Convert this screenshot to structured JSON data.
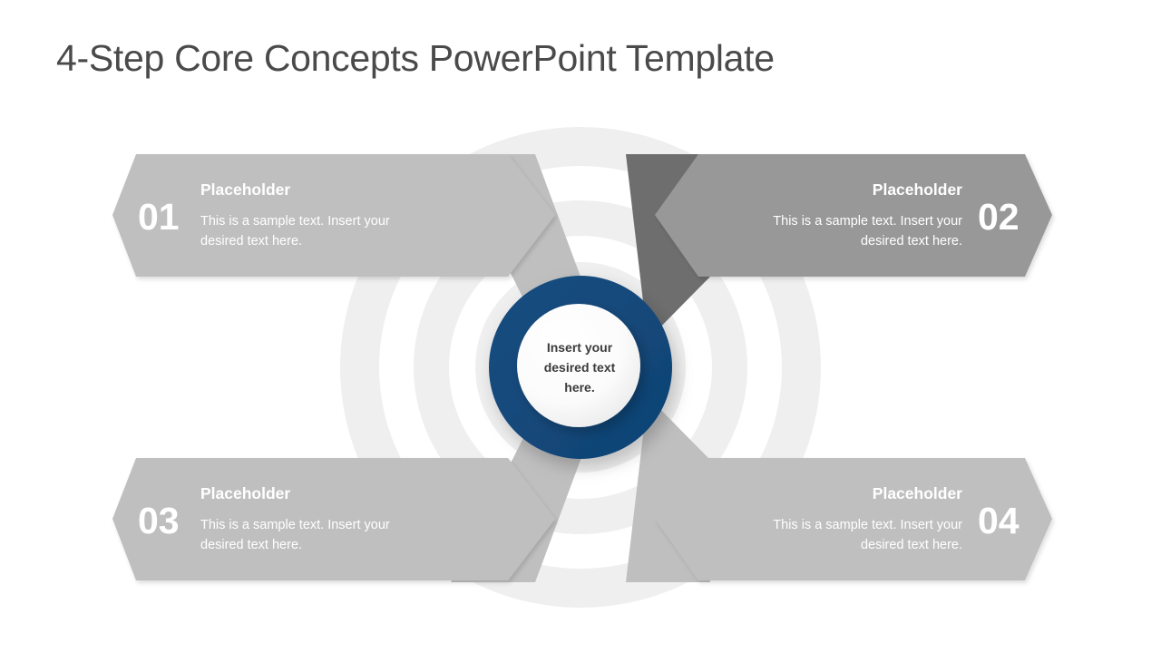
{
  "slide": {
    "title": "4-Step Core Concepts PowerPoint Template",
    "background_color": "#ffffff",
    "title_color": "#4a4a4a"
  },
  "center": {
    "name": "center-circle",
    "line1": "Insert your",
    "line2": "desired text",
    "line3": "here.",
    "ring_color": "#12477c",
    "inner_color": "#f7f7f7",
    "text_color": "#3b3b3b"
  },
  "background_rings": {
    "ring_color": "#efefef",
    "gap_color": "#ffffff"
  },
  "steps": [
    {
      "id": "step-01",
      "number": "01",
      "heading": "Placeholder",
      "body_line1": "This is a sample text. Insert your",
      "body_line2": "desired text here.",
      "align": "left",
      "fill": "#bfbfbf",
      "tail_fill": "#bfbfbf",
      "highlighted": false
    },
    {
      "id": "step-02",
      "number": "02",
      "heading": "Placeholder",
      "body_line1": "This is a sample text. Insert your",
      "body_line2": "desired text here.",
      "align": "right",
      "fill": "#989898",
      "tail_fill": "#6e6e6e",
      "highlighted": true
    },
    {
      "id": "step-03",
      "number": "03",
      "heading": "Placeholder",
      "body_line1": "This is a sample text. Insert your",
      "body_line2": "desired text here.",
      "align": "left",
      "fill": "#bfbfbf",
      "tail_fill": "#bfbfbf",
      "highlighted": false
    },
    {
      "id": "step-04",
      "number": "04",
      "heading": "Placeholder",
      "body_line1": "This is a sample text. Insert your",
      "body_line2": "desired text here.",
      "align": "right",
      "fill": "#bfbfbf",
      "tail_fill": "#bfbfbf",
      "highlighted": false
    }
  ]
}
